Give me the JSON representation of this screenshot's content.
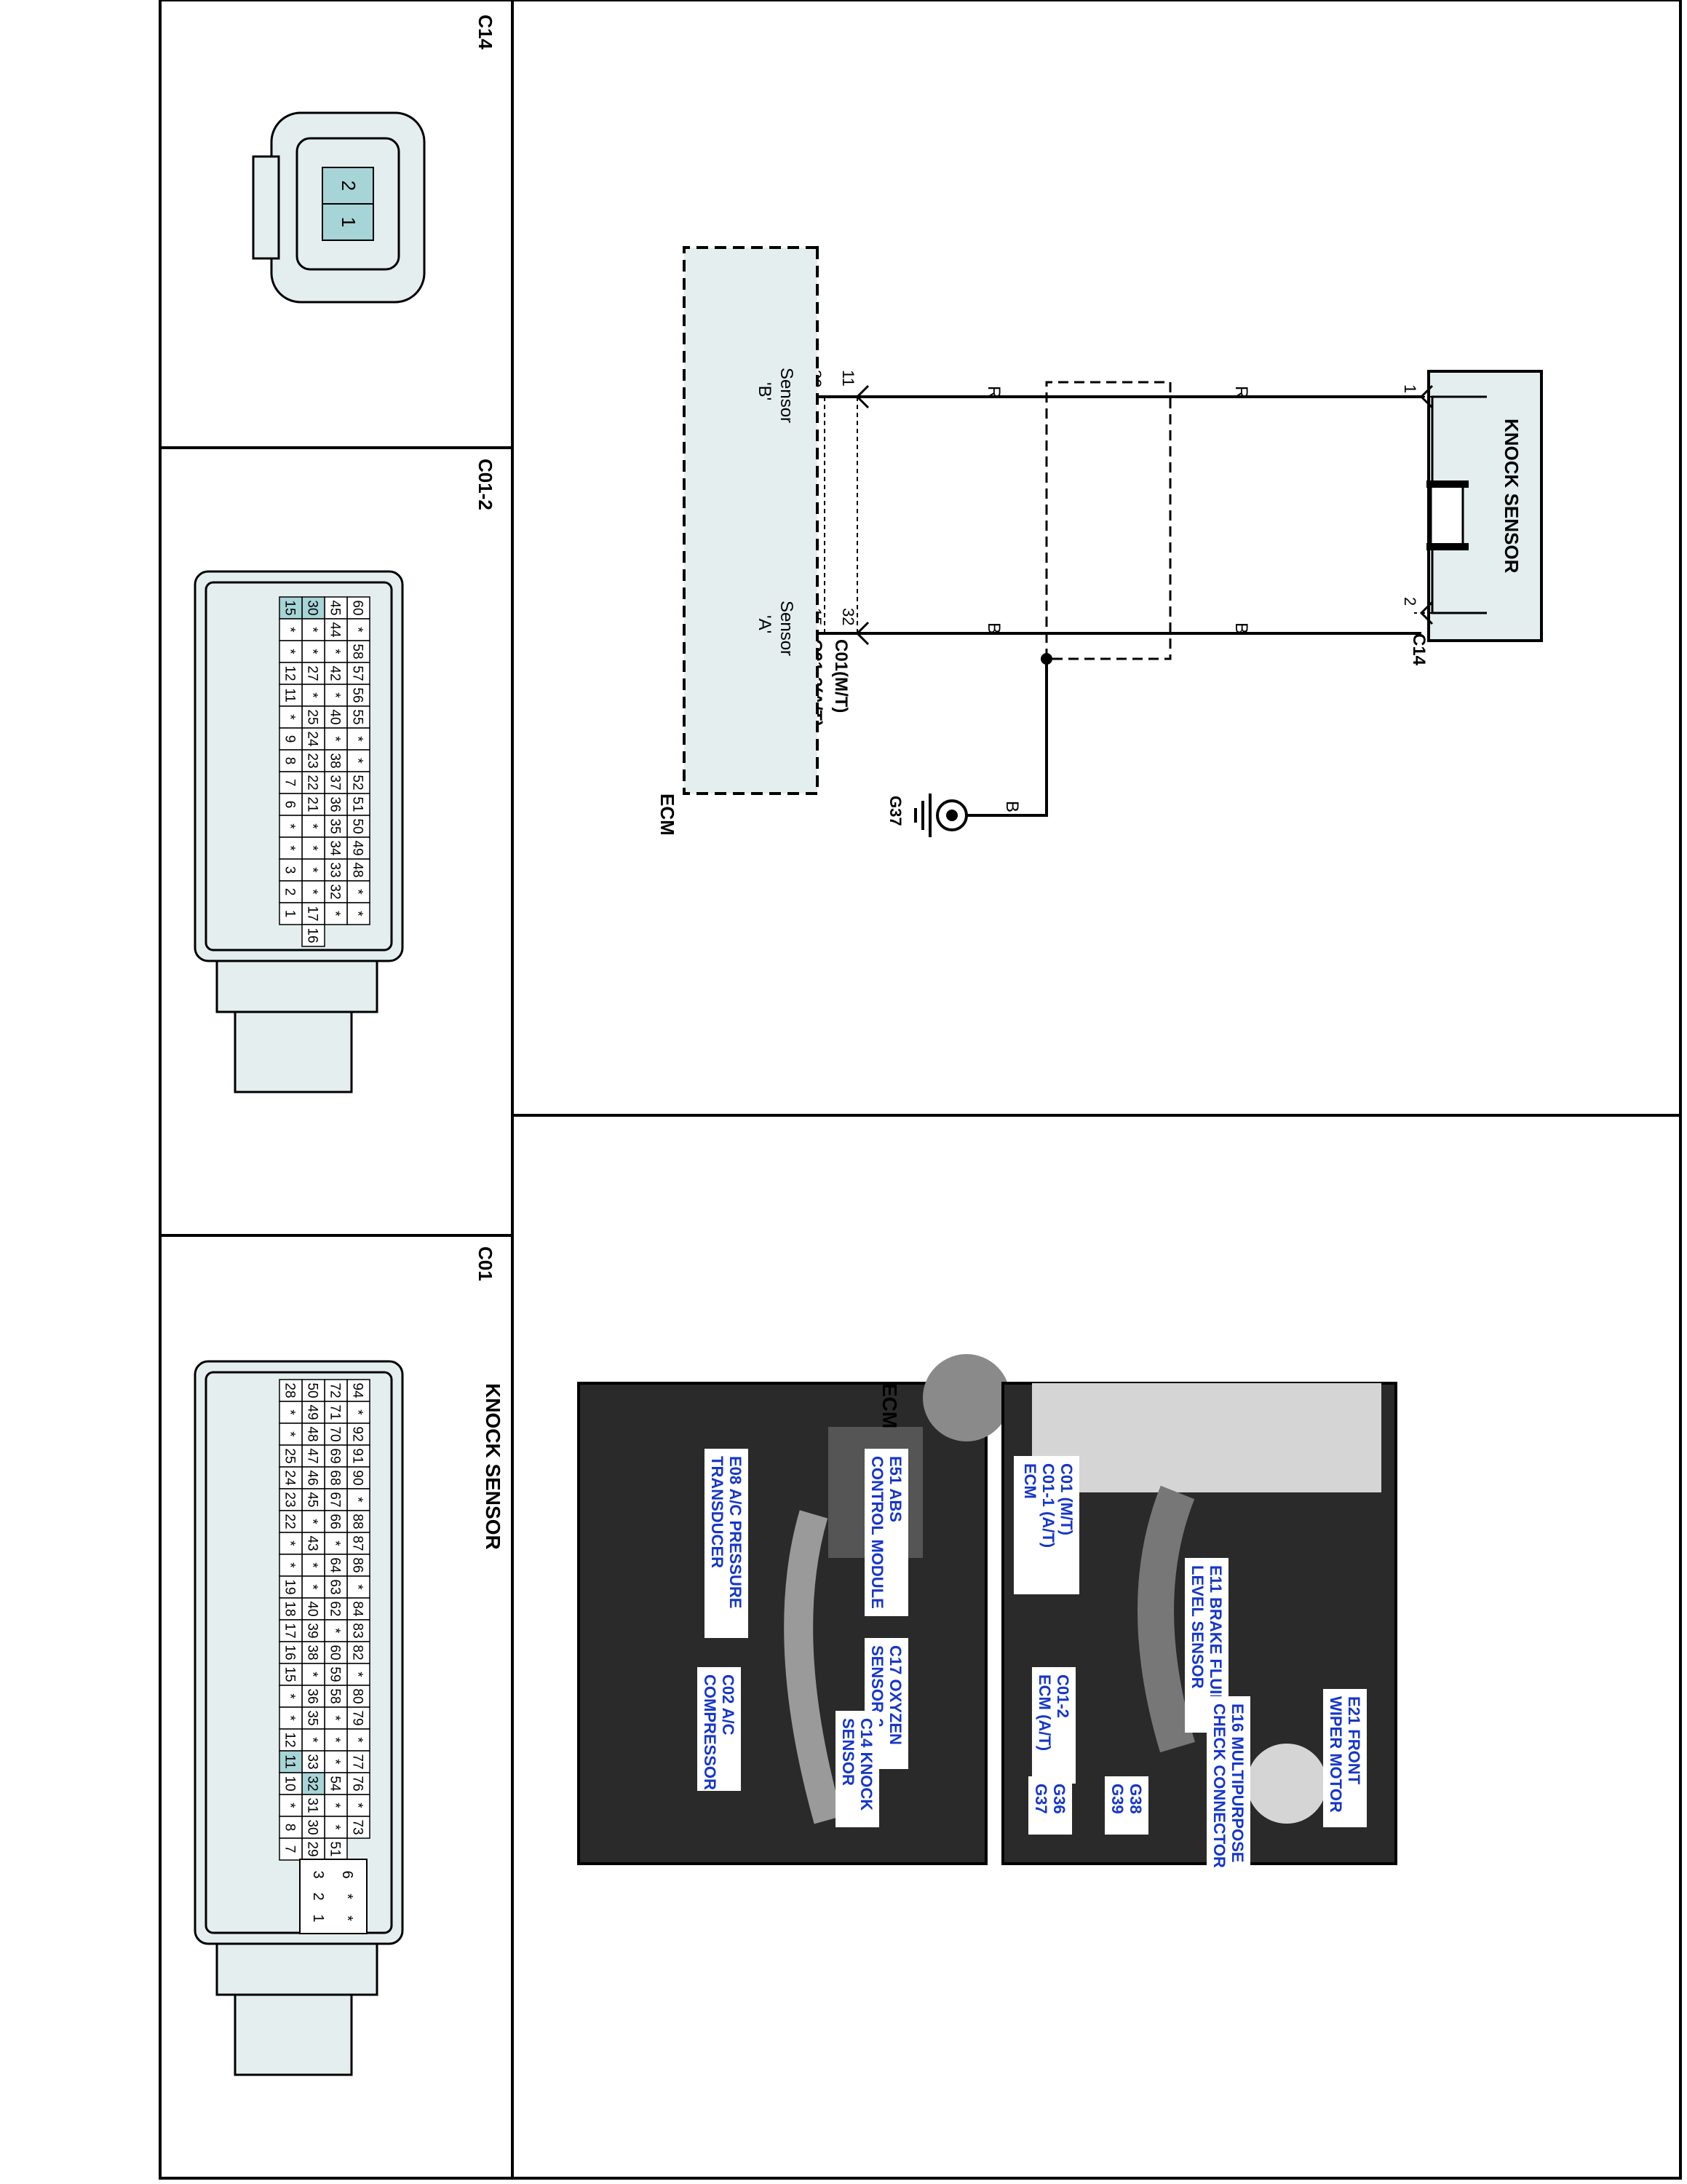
{
  "colors": {
    "connector_fill": "#e4eeee",
    "pin_highlight": "#a7d4d6",
    "callout_text": "#1536c8",
    "line": "#000000"
  },
  "schematic": {
    "knock_sensor_title": "KNOCK SENSOR",
    "ecm_label": "ECM",
    "c14_label": "C14",
    "c14_pin_1": "1",
    "c14_pin_2": "2",
    "wire_r": "R",
    "wire_b": "B",
    "ecm_pin_30": "30",
    "ecm_pin_11": "11",
    "ecm_pin_15": "15",
    "ecm_pin_32": "32",
    "sensor_b_1": "Sensor",
    "sensor_b_2": "'B'",
    "sensor_a_1": "Sensor",
    "sensor_a_2": "'A'",
    "connector_at": "C01-2(A/T)",
    "connector_mt": "C01(M/T)",
    "ground_wire": "B",
    "ground_label": "G37"
  },
  "connectors": {
    "c14": {
      "title": "C14",
      "pins": [
        "2",
        "1"
      ]
    },
    "c01_2": {
      "title": "C01-2",
      "rows": [
        [
          "60",
          "*",
          "58",
          "57",
          "56",
          "55",
          "*",
          "*",
          "52",
          "51",
          "50",
          "49",
          "48",
          "*",
          "*"
        ],
        [
          "45",
          "44",
          "*",
          "42",
          "*",
          "40",
          "*",
          "38",
          "37",
          "36",
          "35",
          "34",
          "33",
          "32",
          "*"
        ],
        [
          "30",
          "*",
          "*",
          "27",
          "*",
          "25",
          "24",
          "23",
          "22",
          "21",
          "*",
          "*",
          "*",
          "*",
          "17",
          "16"
        ],
        [
          "15",
          "*",
          "*",
          "12",
          "11",
          "*",
          "9",
          "8",
          "7",
          "6",
          "*",
          "*",
          "3",
          "2",
          "1"
        ]
      ]
    },
    "c01": {
      "title": "C01",
      "rows": [
        [
          "94",
          "*",
          "92",
          "91",
          "90",
          "*",
          "88",
          "87",
          "86",
          "*",
          "84",
          "83",
          "82",
          "*",
          "80",
          "79",
          "*",
          "77",
          "76",
          "*",
          "73"
        ],
        [
          "72",
          "71",
          "70",
          "69",
          "68",
          "67",
          "66",
          "*",
          "64",
          "63",
          "62",
          "*",
          "60",
          "59",
          "58",
          "*",
          "*",
          "*",
          "54",
          "*",
          "*",
          "51"
        ],
        [
          "50",
          "49",
          "48",
          "47",
          "46",
          "45",
          "*",
          "43",
          "*",
          "*",
          "40",
          "39",
          "38",
          "*",
          "36",
          "35",
          "*",
          "33",
          "32",
          "31",
          "30",
          "29"
        ],
        [
          "28",
          "*",
          "*",
          "25",
          "24",
          "23",
          "22",
          "*",
          "*",
          "19",
          "18",
          "17",
          "16",
          "15",
          "*",
          "*",
          "12",
          "11",
          "10",
          "*",
          "8",
          "7"
        ]
      ],
      "extra_pins": [
        "6",
        "*",
        "*",
        "3",
        "2",
        "1"
      ]
    }
  },
  "photos": {
    "knock": {
      "title": "KNOCK SENSOR",
      "callouts": [
        {
          "lines": [
            "E08 A/C PRESSURE",
            "TRANSDUCER"
          ]
        },
        {
          "lines": [
            "E51 ABS",
            "CONTROL MODULE"
          ]
        },
        {
          "lines": [
            "C17 OXYZEN",
            "SENSOR-2"
          ]
        },
        {
          "lines": [
            "C02 A/C",
            "COMPRESSOR"
          ]
        },
        {
          "lines": [
            "C14 KNOCK",
            "SENSOR"
          ]
        }
      ]
    },
    "ecm": {
      "title": "ECM",
      "callouts": [
        {
          "lines": [
            "C01 (M/T)",
            "C01-1 (A/T)",
            "ECM"
          ]
        },
        {
          "lines": [
            "E11 BRAKE FLUID",
            "LEVEL SENSOR"
          ]
        },
        {
          "lines": [
            "E21 FRONT",
            "WIPER MOTOR"
          ]
        },
        {
          "lines": [
            "C01-2",
            "ECM (A/T)"
          ]
        },
        {
          "lines": [
            "E16 MULTIPURPOSE",
            "CHECK CONNECTOR"
          ]
        },
        {
          "lines": [
            "G36",
            "G37"
          ]
        },
        {
          "lines": [
            "G38",
            "G39"
          ]
        }
      ]
    }
  }
}
